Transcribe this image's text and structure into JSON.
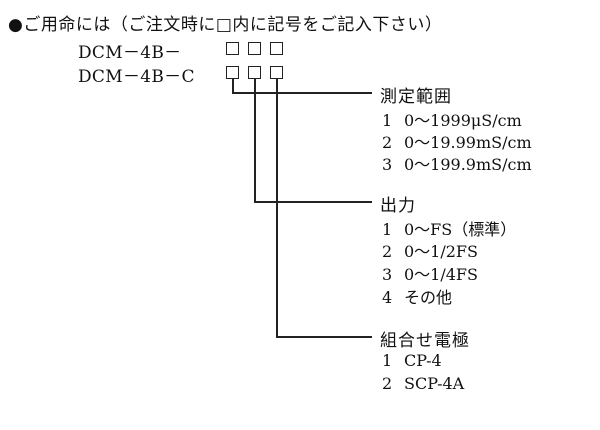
{
  "heading": "●ご用命には（ご注文時に□内に記号をご記入下さい）",
  "models": [
    "DCM－4B－",
    "DCM－4B－C"
  ],
  "sections": [
    {
      "title": "測定範囲",
      "options": [
        {
          "num": "1",
          "text": "0～1999μS/cm"
        },
        {
          "num": "2",
          "text": "0～19.99mS/cm"
        },
        {
          "num": "3",
          "text": "0～199.9mS/cm"
        }
      ]
    },
    {
      "title": "出力",
      "options": [
        {
          "num": "1",
          "text": "0～FS（標準）"
        },
        {
          "num": "2",
          "text": "0～1/2FS"
        },
        {
          "num": "3",
          "text": "0～1/4FS"
        },
        {
          "num": "4",
          "text": "その他"
        }
      ]
    },
    {
      "title": "組合せ電極",
      "options": [
        {
          "num": "1",
          "text": "CP-4"
        },
        {
          "num": "2",
          "text": "SCP-4A"
        }
      ]
    }
  ]
}
